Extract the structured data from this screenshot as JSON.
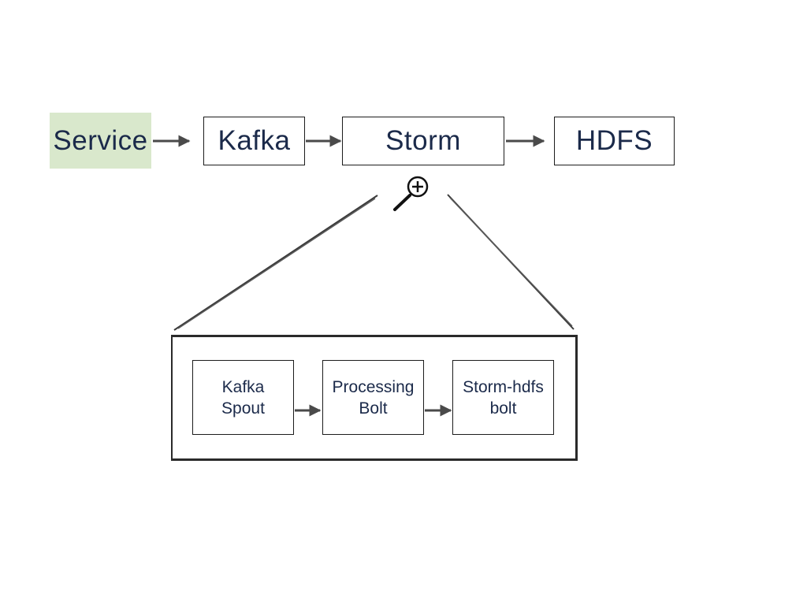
{
  "pipeline": {
    "service_label": "Service",
    "kafka_label": "Kafka",
    "storm_label": "Storm",
    "hdfs_label": "HDFS"
  },
  "storm_detail": {
    "kafka_spout": {
      "line1": "Kafka",
      "line2": "Spout"
    },
    "processing_bolt": {
      "line1": "Processing",
      "line2": "Bolt"
    },
    "storm_hdfs_bolt": {
      "line1": "Storm-hdfs",
      "line2": "bolt"
    }
  },
  "icons": {
    "zoom": "zoom-in-magnifier-icon",
    "arrow": "arrow-right-icon"
  },
  "colors": {
    "service_fill": "#d9e8cc",
    "text": "#1b2a4a",
    "stroke": "#1c1c1c",
    "arrow": "#4a4a4a"
  }
}
